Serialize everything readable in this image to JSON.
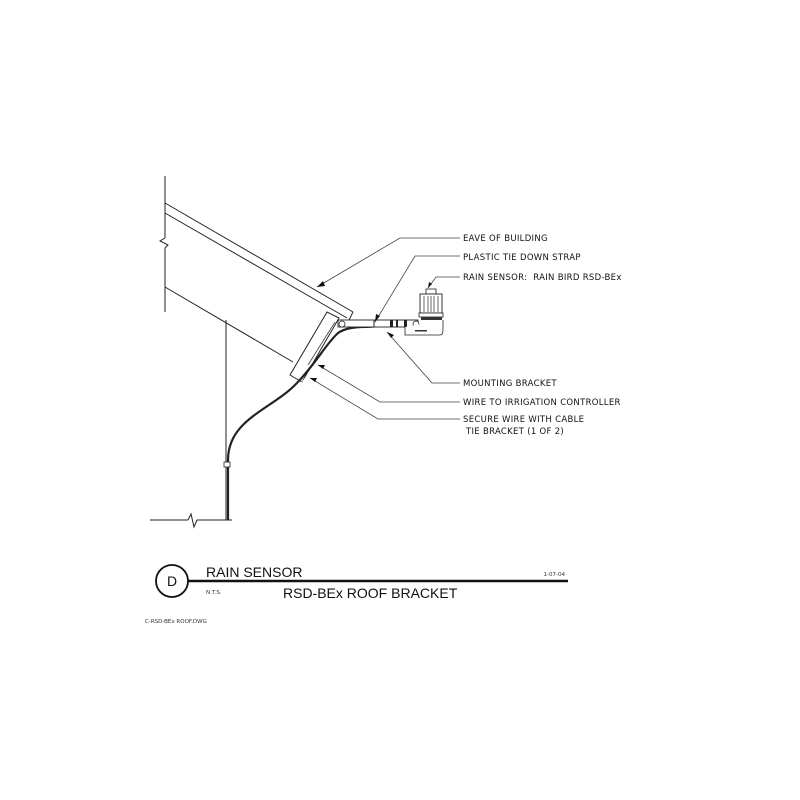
{
  "callouts": {
    "eave": "EAVE OF BUILDING",
    "strap": "PLASTIC TIE DOWN STRAP",
    "sensor": "RAIN SENSOR:  RAIN BIRD RSD-BEx",
    "bracket": "MOUNTING BRACKET",
    "wire": "WIRE TO IRRIGATION CONTROLLER",
    "secure_line1": "SECURE WIRE WITH CABLE",
    "secure_line2": " TIE BRACKET (1 OF 2)"
  },
  "title_block": {
    "detail_letter": "D",
    "title": "RAIN SENSOR",
    "scale": "N.T.S.",
    "subtitle": "RSD-BEx ROOF BRACKET",
    "date": "1-07-04",
    "filename": "C-RSD-BEx ROOF.DWG"
  }
}
